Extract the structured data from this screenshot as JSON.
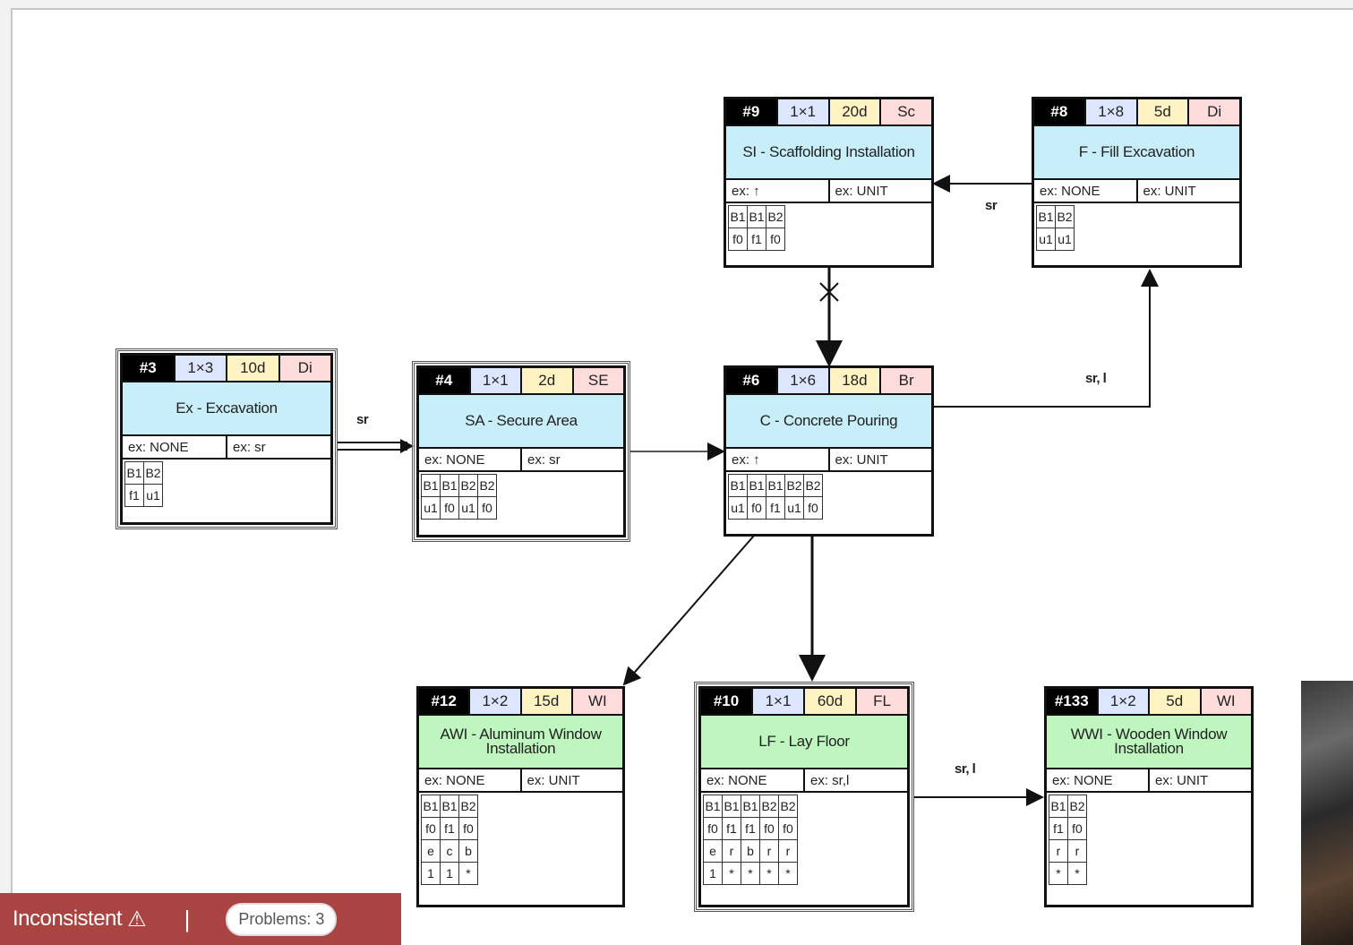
{
  "nodes": {
    "n3": {
      "id": "#3",
      "count": "1×3",
      "duration": "10d",
      "category": "Di",
      "title": "Ex - Excavation",
      "ex1": "ex: NONE",
      "ex2": "ex: sr",
      "grid": [
        [
          "B1",
          "B2"
        ],
        [
          "f1",
          "u1"
        ]
      ]
    },
    "n4": {
      "id": "#4",
      "count": "1×1",
      "duration": "2d",
      "category": "SE",
      "title": "SA - Secure Area",
      "ex1": "ex: NONE",
      "ex2": "ex: sr",
      "grid": [
        [
          "B1",
          "B1",
          "B2",
          "B2"
        ],
        [
          "u1",
          "f0",
          "u1",
          "f0"
        ]
      ]
    },
    "n9": {
      "id": "#9",
      "count": "1×1",
      "duration": "20d",
      "category": "Sc",
      "title": "SI - Scaffolding Installation",
      "ex1": "ex: ↑",
      "ex2": "ex: UNIT",
      "grid": [
        [
          "B1",
          "B1",
          "B2"
        ],
        [
          "f0",
          "f1",
          "f0"
        ]
      ]
    },
    "n8": {
      "id": "#8",
      "count": "1×8",
      "duration": "5d",
      "category": "Di",
      "title": "F - Fill Excavation",
      "ex1": "ex: NONE",
      "ex2": "ex: UNIT",
      "grid": [
        [
          "B1",
          "B2"
        ],
        [
          "u1",
          "u1"
        ]
      ]
    },
    "n6": {
      "id": "#6",
      "count": "1×6",
      "duration": "18d",
      "category": "Br",
      "title": "C - Concrete Pouring",
      "ex1": "ex: ↑",
      "ex2": "ex: UNIT",
      "grid": [
        [
          "B1",
          "B1",
          "B1",
          "B2",
          "B2"
        ],
        [
          "u1",
          "f0",
          "f1",
          "u1",
          "f0"
        ]
      ]
    },
    "n12": {
      "id": "#12",
      "count": "1×2",
      "duration": "15d",
      "category": "WI",
      "title": "AWI - Aluminum Window Installation",
      "ex1": "ex: NONE",
      "ex2": "ex: UNIT",
      "grid": [
        [
          "B1",
          "B1",
          "B2"
        ],
        [
          "f0",
          "f1",
          "f0"
        ],
        [
          "e",
          "c",
          "b"
        ],
        [
          "1",
          "1",
          "*"
        ]
      ]
    },
    "n10": {
      "id": "#10",
      "count": "1×1",
      "duration": "60d",
      "category": "FL",
      "title": "LF - Lay Floor",
      "ex1": "ex: NONE",
      "ex2": "ex: sr,l",
      "grid": [
        [
          "B1",
          "B1",
          "B1",
          "B2",
          "B2"
        ],
        [
          "f0",
          "f1",
          "f1",
          "f0",
          "f0"
        ],
        [
          "e",
          "r",
          "b",
          "r",
          "r"
        ],
        [
          "1",
          "*",
          "*",
          "*",
          "*"
        ]
      ]
    },
    "n133": {
      "id": "#133",
      "count": "1×2",
      "duration": "5d",
      "category": "WI",
      "title": "WWI - Wooden Window Installation",
      "ex1": "ex: NONE",
      "ex2": "ex: UNIT",
      "grid": [
        [
          "B1",
          "B2"
        ],
        [
          "f1",
          "f0"
        ],
        [
          "r",
          "r"
        ],
        [
          "*",
          "*"
        ]
      ]
    }
  },
  "edge_labels": {
    "ex_sa": "sr",
    "f_si": "sr",
    "c_f": "sr, l",
    "lf_wwi": "sr, l"
  },
  "status": {
    "text": "Inconsistent",
    "separator": "|",
    "problems_label": "Problems: 3",
    "color": "#a94442"
  }
}
